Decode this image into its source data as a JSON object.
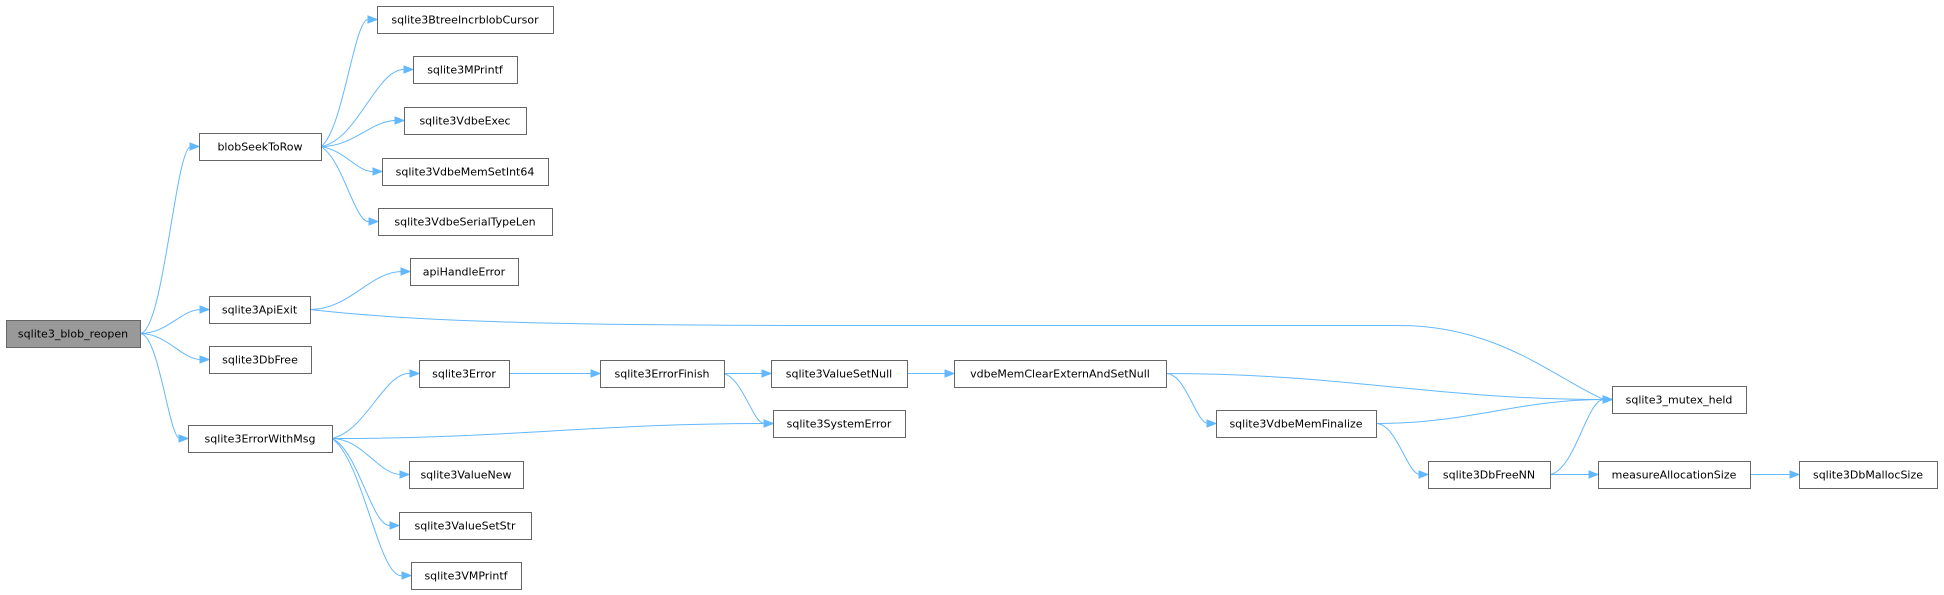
{
  "diagram": {
    "type": "call-graph",
    "colors": {
      "root_fill": "#999999",
      "node_fill": "#ffffff",
      "node_border": "#666666",
      "edge": "#63b8ff",
      "text": "#000000"
    },
    "nodes": [
      {
        "id": "n0",
        "label": "sqlite3_blob_reopen",
        "root": true
      },
      {
        "id": "n1",
        "label": "blobSeekToRow"
      },
      {
        "id": "n2",
        "label": "sqlite3BtreeIncrblobCursor"
      },
      {
        "id": "n3",
        "label": "sqlite3MPrintf"
      },
      {
        "id": "n4",
        "label": "sqlite3VdbeExec"
      },
      {
        "id": "n5",
        "label": "sqlite3VdbeMemSetInt64"
      },
      {
        "id": "n6",
        "label": "sqlite3VdbeSerialTypeLen"
      },
      {
        "id": "n7",
        "label": "sqlite3ApiExit"
      },
      {
        "id": "n8",
        "label": "apiHandleError"
      },
      {
        "id": "n9",
        "label": "sqlite3_mutex_held"
      },
      {
        "id": "n10",
        "label": "sqlite3DbFree"
      },
      {
        "id": "n11",
        "label": "sqlite3ErrorWithMsg"
      },
      {
        "id": "n12",
        "label": "sqlite3Error"
      },
      {
        "id": "n13",
        "label": "sqlite3ErrorFinish"
      },
      {
        "id": "n14",
        "label": "sqlite3ValueSetNull"
      },
      {
        "id": "n15",
        "label": "vdbeMemClearExternAndSetNull"
      },
      {
        "id": "n16",
        "label": "sqlite3VdbeMemFinalize"
      },
      {
        "id": "n17",
        "label": "sqlite3DbFreeNN"
      },
      {
        "id": "n18",
        "label": "measureAllocationSize"
      },
      {
        "id": "n19",
        "label": "sqlite3DbMallocSize"
      },
      {
        "id": "n20",
        "label": "sqlite3SystemError"
      },
      {
        "id": "n21",
        "label": "sqlite3ValueNew"
      },
      {
        "id": "n22",
        "label": "sqlite3ValueSetStr"
      },
      {
        "id": "n23",
        "label": "sqlite3VMPrintf"
      }
    ],
    "edges": [
      [
        "n0",
        "n1"
      ],
      [
        "n0",
        "n7"
      ],
      [
        "n0",
        "n10"
      ],
      [
        "n0",
        "n11"
      ],
      [
        "n1",
        "n2"
      ],
      [
        "n1",
        "n3"
      ],
      [
        "n1",
        "n4"
      ],
      [
        "n1",
        "n5"
      ],
      [
        "n1",
        "n6"
      ],
      [
        "n7",
        "n8"
      ],
      [
        "n7",
        "n9"
      ],
      [
        "n11",
        "n12"
      ],
      [
        "n11",
        "n20"
      ],
      [
        "n11",
        "n21"
      ],
      [
        "n11",
        "n22"
      ],
      [
        "n11",
        "n23"
      ],
      [
        "n12",
        "n13"
      ],
      [
        "n13",
        "n14"
      ],
      [
        "n13",
        "n20"
      ],
      [
        "n14",
        "n15"
      ],
      [
        "n15",
        "n9"
      ],
      [
        "n15",
        "n16"
      ],
      [
        "n16",
        "n9"
      ],
      [
        "n16",
        "n17"
      ],
      [
        "n17",
        "n9"
      ],
      [
        "n17",
        "n18"
      ],
      [
        "n18",
        "n19"
      ]
    ]
  }
}
